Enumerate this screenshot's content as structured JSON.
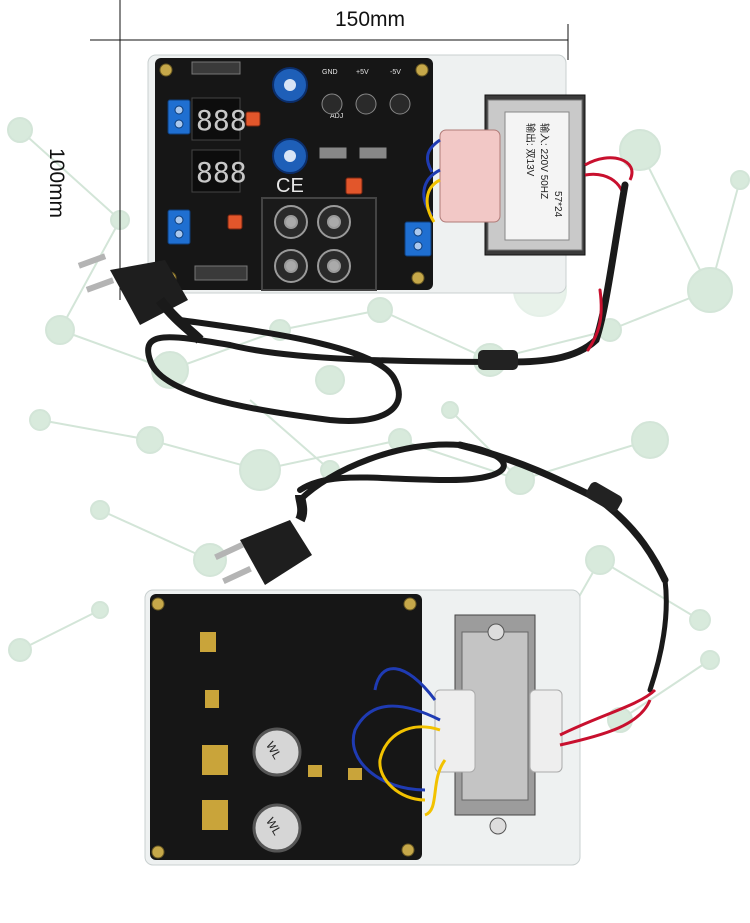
{
  "dimensions": {
    "width_label": "150mm",
    "height_label": "100mm"
  },
  "transformer_label": {
    "line1": "输入: 220V 50HZ",
    "line2": "输出: 双13V",
    "model": "57*24"
  },
  "board_markings": {
    "ce": "CE",
    "rail_labels": [
      "GND",
      "+5V",
      "-5V",
      "ADJ"
    ],
    "potentiometer_text": "WL"
  },
  "colors": {
    "pcb": "#161616",
    "acrylic": "#eef1f1",
    "cable": "#1a1a1a",
    "wire_red": "#c8102e",
    "wire_blue": "#1f3bb3",
    "wire_yellow": "#f2c200",
    "terminal_blue": "#1f6fd1",
    "network_bg": "#cfe3d4"
  }
}
